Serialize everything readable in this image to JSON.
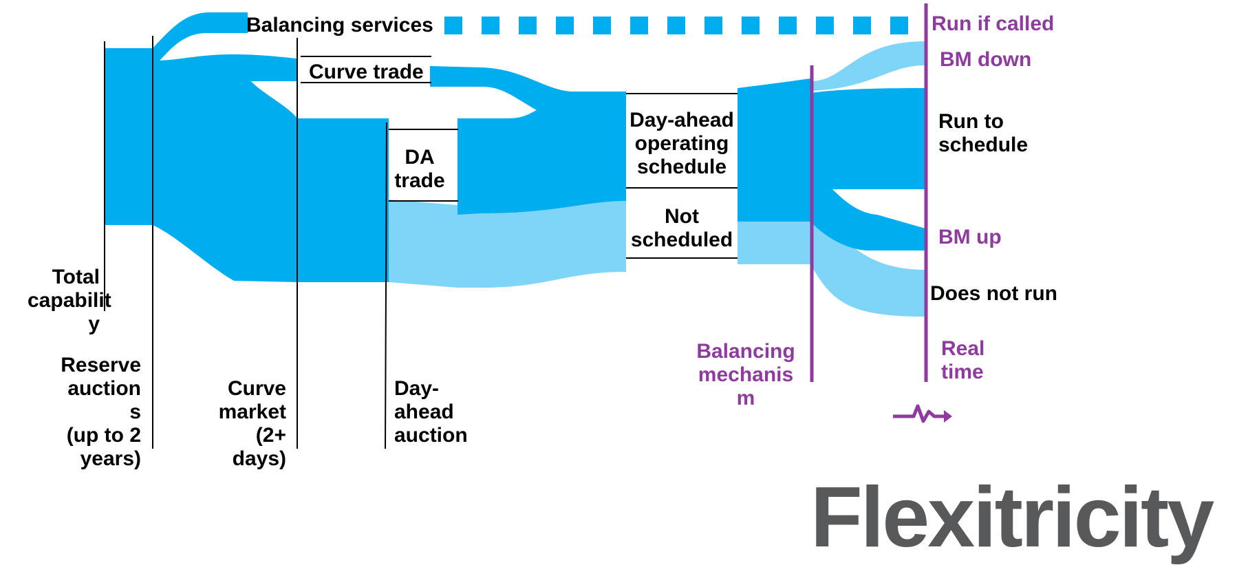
{
  "colors": {
    "primary_flow": "#00aeef",
    "secondary_flow": "#7fd5f7",
    "accent": "#8e3a9f",
    "logo_text": "#58595b",
    "line": "#000000"
  },
  "stages": {
    "total_capability": "Total\ncapabilit\ny",
    "reserve_auctions": "Reserve\nauction\ns\n(up to 2\nyears)",
    "curve_market": "Curve\nmarket\n(2+\ndays)",
    "day_ahead_auction": "Day-\nahead\nauction",
    "balancing_mechanism": "Balancing\nmechanis\nm",
    "real_time": "Real\ntime"
  },
  "flows": {
    "balancing_services": "Balancing services",
    "curve_trade": "Curve trade",
    "da_trade": "DA\ntrade",
    "day_ahead_schedule": "Day-ahead\noperating\nschedule",
    "not_scheduled": "Not\nscheduled"
  },
  "outcomes": {
    "run_if_called": "Run if called",
    "bm_down": "BM down",
    "run_to_schedule": "Run to\nschedule",
    "bm_up": "BM up",
    "does_not_run": "Does not run"
  },
  "logo": {
    "text": "Flexitricity",
    "icon": "pulse-arrow-icon"
  }
}
